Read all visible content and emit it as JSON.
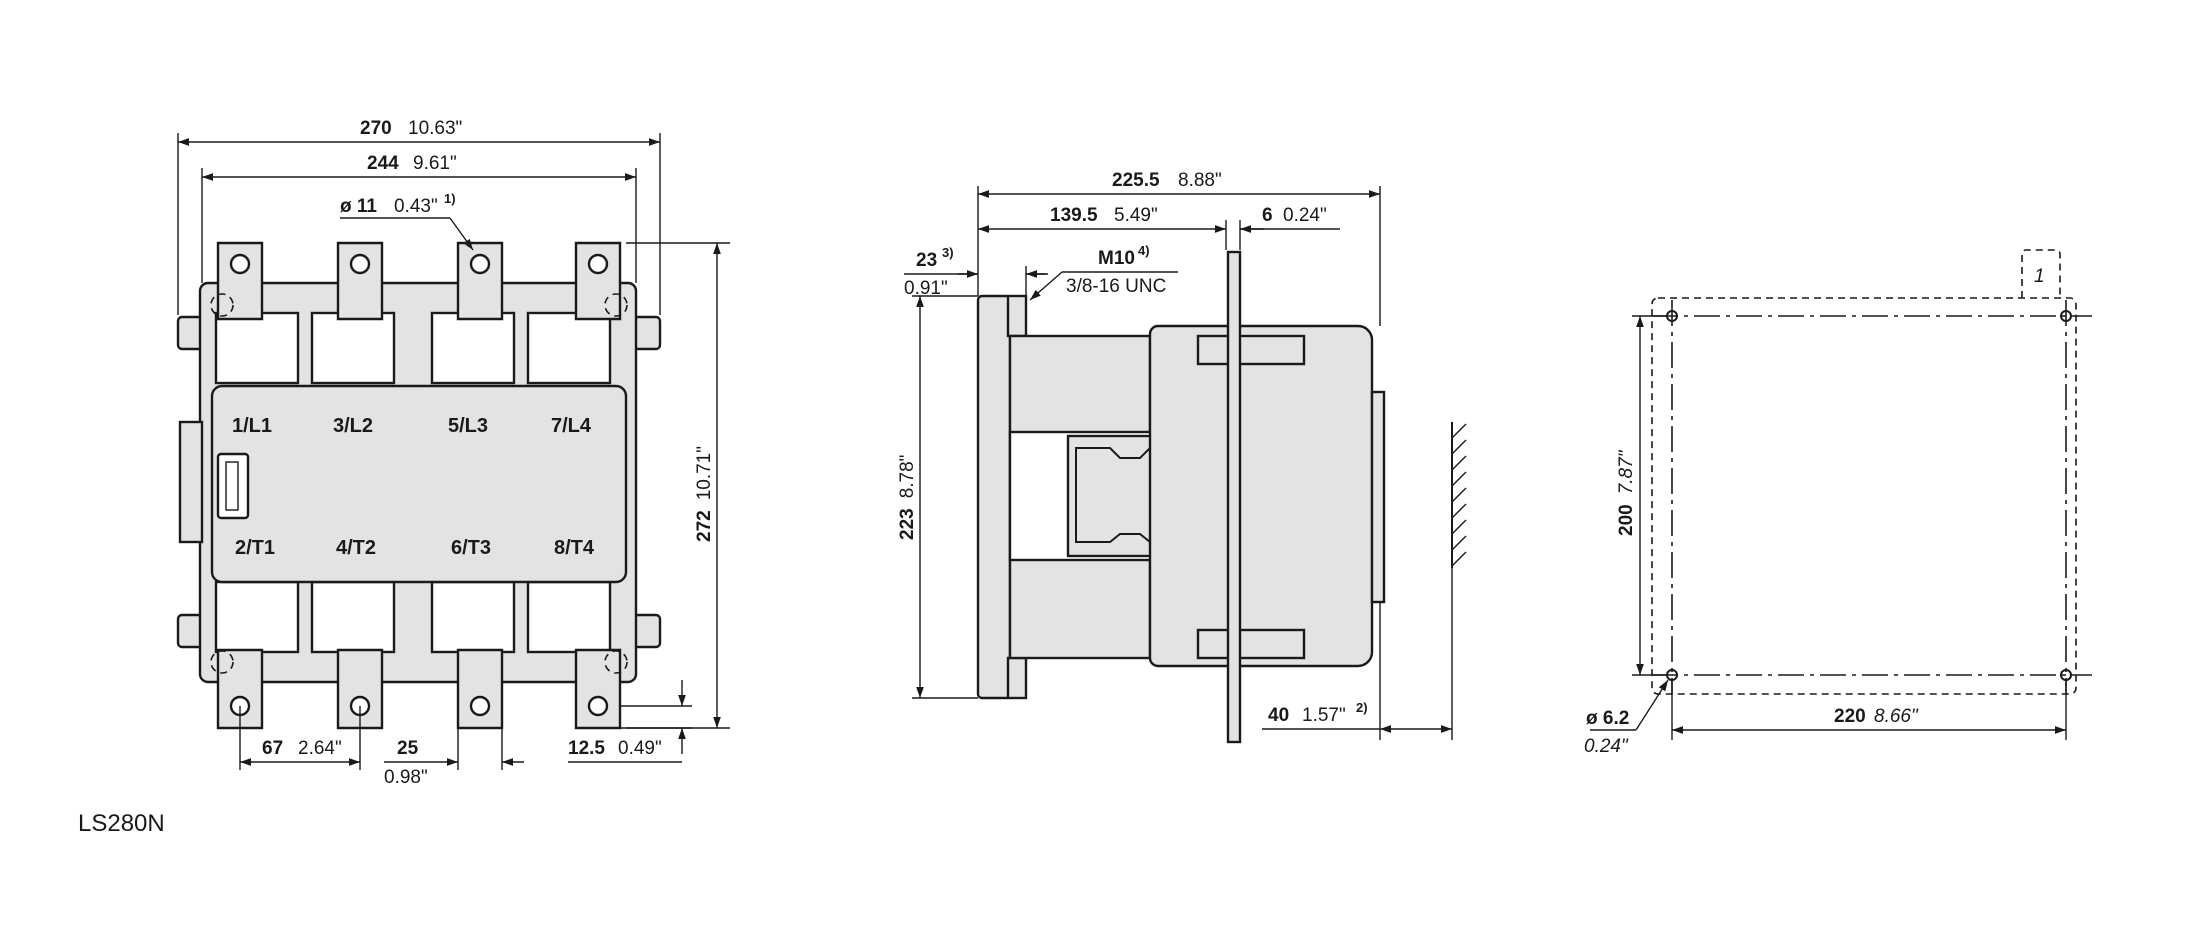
{
  "model_label": "LS280N",
  "front_view": {
    "overall_width": {
      "mm": "270",
      "in": "10.63\""
    },
    "mount_width": {
      "mm": "244",
      "in": "9.61\""
    },
    "hole_dia": {
      "mm": "ø 11",
      "in": "0.43\"",
      "note": "1)"
    },
    "height": {
      "mm": "272",
      "in": "10.71\""
    },
    "terminals_top": [
      "1/L1",
      "3/L2",
      "5/L3",
      "7/L4"
    ],
    "terminals_bottom": [
      "2/T1",
      "4/T2",
      "6/T3",
      "8/T4"
    ],
    "dim_67": {
      "mm": "67",
      "in": "2.64\""
    },
    "dim_25": {
      "mm": "25",
      "in": "0.98\""
    },
    "dim_12_5": {
      "mm": "12.5",
      "in": "0.49\""
    }
  },
  "side_view": {
    "depth_total": {
      "mm": "225.5",
      "in": "8.88\""
    },
    "depth_139": {
      "mm": "139.5",
      "in": "5.49\""
    },
    "dim_6": {
      "mm": "6",
      "in": "0.24\""
    },
    "dim_23": {
      "mm": "23",
      "in": "0.91\"",
      "note": "3)"
    },
    "thread": {
      "metric": "M10",
      "imperial": "3/8-16 UNC",
      "note": "4)"
    },
    "height": {
      "mm": "223",
      "in": "8.78\""
    },
    "clearance": {
      "mm": "40",
      "in": "1.57\"",
      "note": "2)"
    }
  },
  "mounting_plan": {
    "hole_spacing_height": {
      "mm": "200",
      "in": "7.87\""
    },
    "hole_spacing_width": {
      "mm": "220",
      "in": "8.66\""
    },
    "hole_dia": {
      "mm": "ø 6.2",
      "in": "0.24\""
    },
    "callout": "1"
  }
}
